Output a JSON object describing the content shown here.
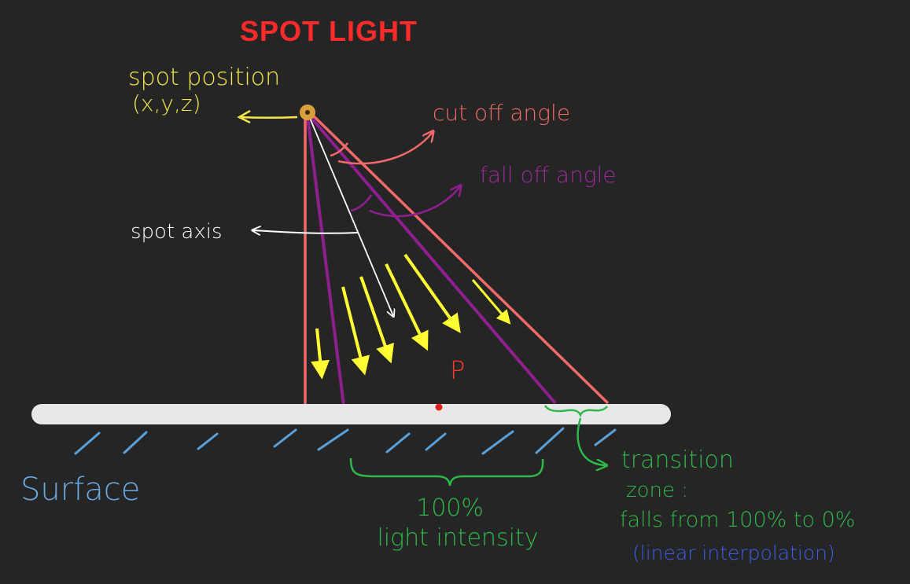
{
  "title": "SPOT LIGHT",
  "labels": {
    "spot_position_line1": "spot position",
    "spot_position_line2": "(x,y,z)",
    "cutoff_angle": "cut off angle",
    "falloff_angle": "fall off angle",
    "spot_axis": "spot axis",
    "point": "P",
    "surface": "Surface",
    "full_intensity_line1": "100%",
    "full_intensity_line2": "light intensity",
    "transition_line1": "transition",
    "transition_line2": "zone :",
    "transition_line3": "falls from 100% to 0%",
    "transition_line4": "(linear interpolation)"
  },
  "colors": {
    "background": "#252525",
    "title": "#ff2a2a",
    "cutoff": "#f36a6a",
    "falloff": "#8e1f8e",
    "axis": "#ffffff",
    "rays": "#ffff33",
    "spot": "#d9a03a",
    "surface": "#e8e8e8",
    "hatch": "#5aa0d8",
    "green": "#2fb84a",
    "blue_note": "#3d5ee8",
    "point": "#ff3a2a",
    "yellow_label": "#f2e84a"
  }
}
